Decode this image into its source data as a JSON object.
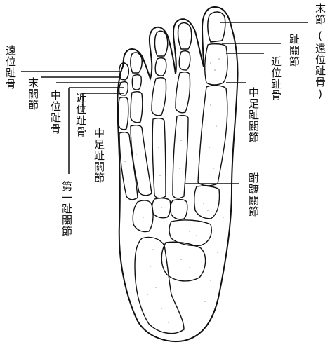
{
  "labels": {
    "distal_phalanx_left": "遠位趾骨",
    "distal_joint_left": "末關節",
    "middle_phalanx_left": "中位趾骨",
    "proximal_phalanx_left": "近位趾骨",
    "first_phalanx": "第一趾關節",
    "mtp_joint_left": "中足趾關節",
    "distal_joint_right": "末節",
    "distal_phalanx_right": "(遠位趾骨)",
    "toe_joint_right": "趾關節",
    "proximal_phalanx_right": "近位趾骨",
    "mtp_joint_right": "中足趾關節",
    "tarsometatarsal_joint": "跗蹠關節"
  },
  "colors": {
    "ink": "#111111",
    "paper": "#ffffff",
    "stipple": "#9a9a9a"
  }
}
